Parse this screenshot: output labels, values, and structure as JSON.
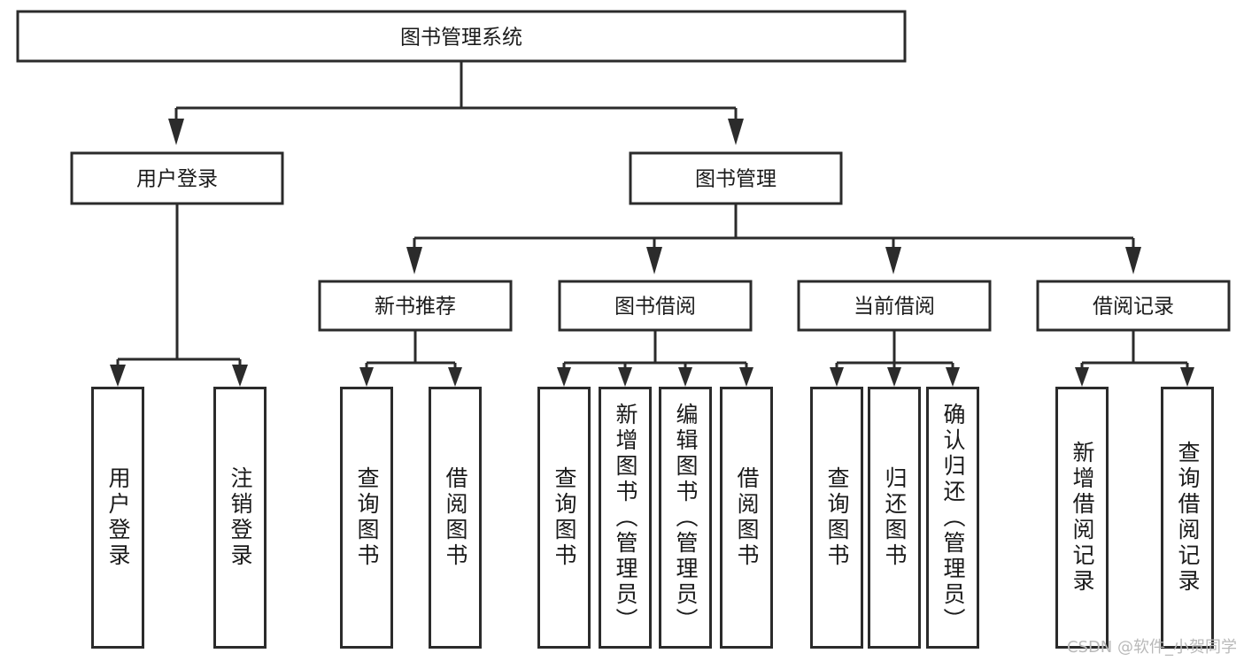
{
  "diagram": {
    "title": "图书管理系统",
    "type": "functional-decomposition-tree",
    "watermark": "CSDN @软件_小贺同学",
    "colors": {
      "stroke": "#2b2b2b",
      "fill": "#ffffff",
      "text": "#1a1a1a",
      "watermark": "#b9b9b9"
    },
    "root": {
      "label": "图书管理系统"
    },
    "level1": [
      {
        "id": "user-login",
        "label": "用户登录"
      },
      {
        "id": "book-management",
        "label": "图书管理"
      }
    ],
    "level2": [
      {
        "id": "new-book-recommend",
        "label": "新书推荐",
        "parent": "book-management"
      },
      {
        "id": "book-borrow",
        "label": "图书借阅",
        "parent": "book-management"
      },
      {
        "id": "current-borrow",
        "label": "当前借阅",
        "parent": "book-management"
      },
      {
        "id": "borrow-record",
        "label": "借阅记录",
        "parent": "book-management"
      }
    ],
    "leaves": [
      {
        "id": "leaf-user-login",
        "label": "用户登录",
        "parent": "user-login"
      },
      {
        "id": "leaf-logout-login",
        "label": "注销登录",
        "parent": "user-login"
      },
      {
        "id": "leaf-query-book-1",
        "label": "查询图书",
        "parent": "new-book-recommend"
      },
      {
        "id": "leaf-borrow-book-1",
        "label": "借阅图书",
        "parent": "new-book-recommend"
      },
      {
        "id": "leaf-query-book-2",
        "label": "查询图书",
        "parent": "book-borrow"
      },
      {
        "id": "leaf-add-book",
        "label": "新增图书（管理员）",
        "parent": "book-borrow"
      },
      {
        "id": "leaf-edit-book",
        "label": "编辑图书（管理员）",
        "parent": "book-borrow"
      },
      {
        "id": "leaf-borrow-book-2",
        "label": "借阅图书",
        "parent": "book-borrow"
      },
      {
        "id": "leaf-query-book-3",
        "label": "查询图书",
        "parent": "current-borrow"
      },
      {
        "id": "leaf-return-book",
        "label": "归还图书",
        "parent": "current-borrow"
      },
      {
        "id": "leaf-confirm-return",
        "label": "确认归还（管理员）",
        "parent": "current-borrow"
      },
      {
        "id": "leaf-add-record",
        "label": "新增借阅记录",
        "parent": "borrow-record"
      },
      {
        "id": "leaf-query-record",
        "label": "查询借阅记录",
        "parent": "borrow-record"
      }
    ]
  }
}
